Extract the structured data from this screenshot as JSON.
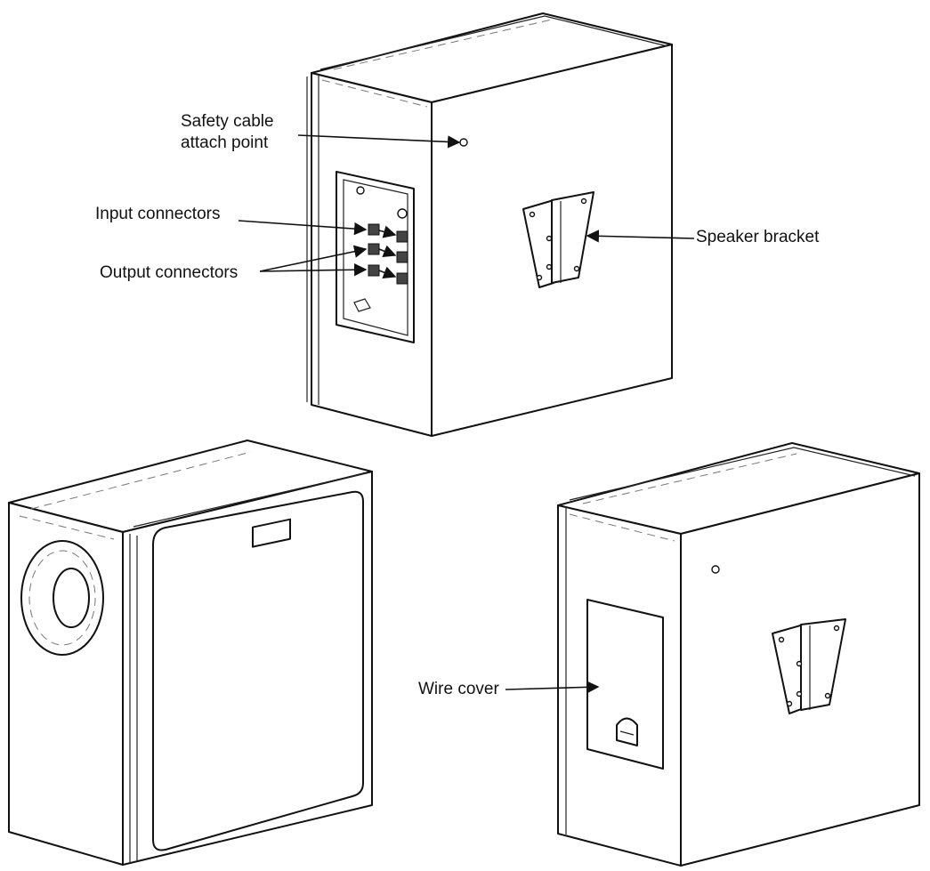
{
  "labels": {
    "safety_cable_line1": "Safety cable",
    "safety_cable_line2": "attach point",
    "input_connectors": "Input connectors",
    "output_connectors": "Output connectors",
    "speaker_bracket": "Speaker bracket",
    "wire_cover": "Wire cover"
  },
  "colors": {
    "line": "#111111",
    "background": "#ffffff"
  }
}
